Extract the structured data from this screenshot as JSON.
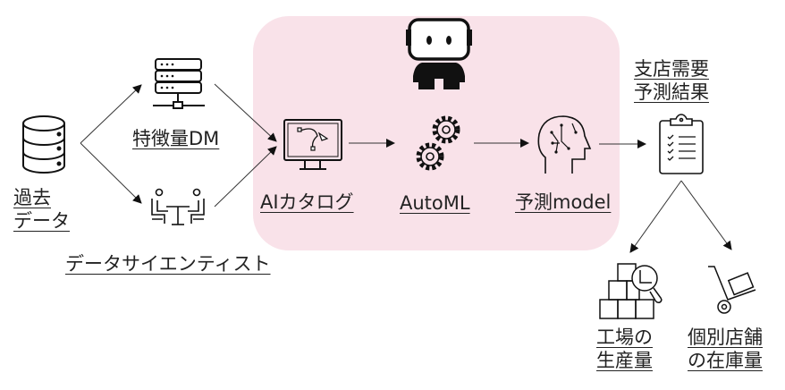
{
  "labels": {
    "past_data": [
      "過去",
      "データ"
    ],
    "feature_dm": "特徴量DM",
    "data_scientist": "データサイエンティスト",
    "ai_catalog": "AIカタログ",
    "automl": "AutoML",
    "prediction_model": "予測model",
    "branch_forecast": [
      "支店需要",
      "予測結果"
    ],
    "factory_production": [
      "工場の",
      "生産量"
    ],
    "store_inventory": [
      "個別店舗",
      "の在庫量"
    ]
  },
  "colors": {
    "highlight": "#f9e2e9",
    "stroke": "#222222"
  },
  "icons": [
    "database-icon",
    "server-icon",
    "meeting-people-icon",
    "monitor-design-icon",
    "robot-icon",
    "gears-icon",
    "ai-head-icon",
    "clipboard-checklist-icon",
    "boxes-search-icon",
    "hand-truck-icon"
  ]
}
